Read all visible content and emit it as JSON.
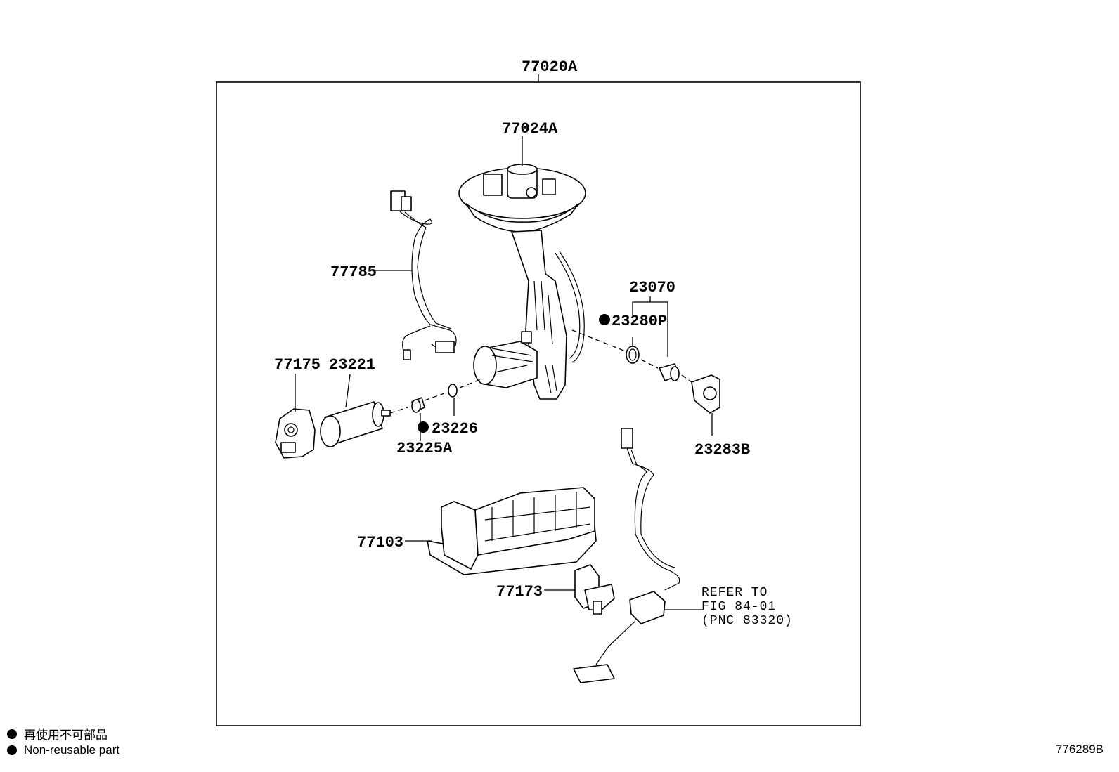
{
  "parts": {
    "p77020A": "77020A",
    "p77024A": "77024A",
    "p77785": "77785",
    "p23070": "23070",
    "p23280P": "23280P",
    "p77175": "77175",
    "p23221": "23221",
    "p23226": "23226",
    "p23225A": "23225A",
    "p23283B": "23283B",
    "p77103": "77103",
    "p77173": "77173"
  },
  "reference": {
    "line1": "REFER TO",
    "line2": "FIG 84-01",
    "line3": "(PNC 83320)"
  },
  "legend": {
    "line_jp": "再使用不可部品",
    "line_en": "Non-reusable part"
  },
  "figure_number": "776289B",
  "icons": {
    "non_reusable_marker": "filled-circle-icon"
  }
}
